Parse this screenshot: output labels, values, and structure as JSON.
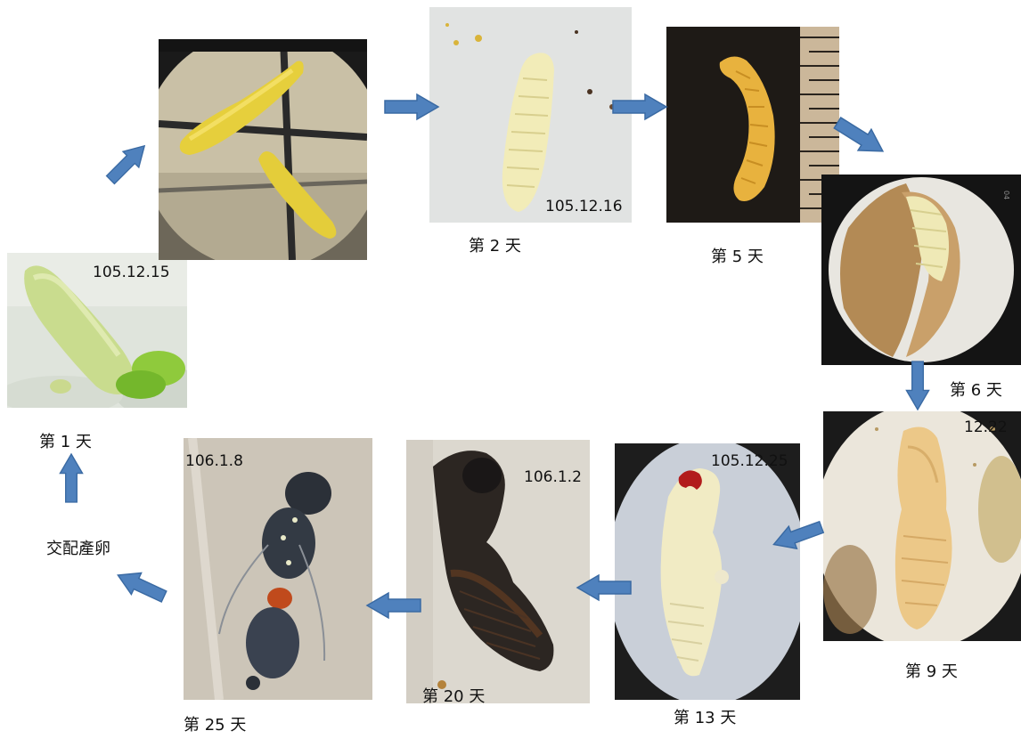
{
  "stages": [
    {
      "id": "day1",
      "date": "105.12.15",
      "label": "第 1 天"
    },
    {
      "id": "day1b",
      "date": "",
      "label": ""
    },
    {
      "id": "day2",
      "date": "105.12.16",
      "label": "第 2 天"
    },
    {
      "id": "day5",
      "date": "",
      "label": "第 5 天"
    },
    {
      "id": "day6",
      "date": "",
      "label": "第 6 天"
    },
    {
      "id": "day9",
      "date": "12.22",
      "label": "第 9 天"
    },
    {
      "id": "day13",
      "date": "105.12.25",
      "label": "第 13 天"
    },
    {
      "id": "day20",
      "date": "106.1.2",
      "label": "第 20 天"
    },
    {
      "id": "day25",
      "date": "106.1.8",
      "label": "第 25 天"
    }
  ],
  "mating_label": "交配產卵",
  "colors": {
    "arrow": "#4f81bd",
    "arrow_edge": "#3a6aa3"
  }
}
